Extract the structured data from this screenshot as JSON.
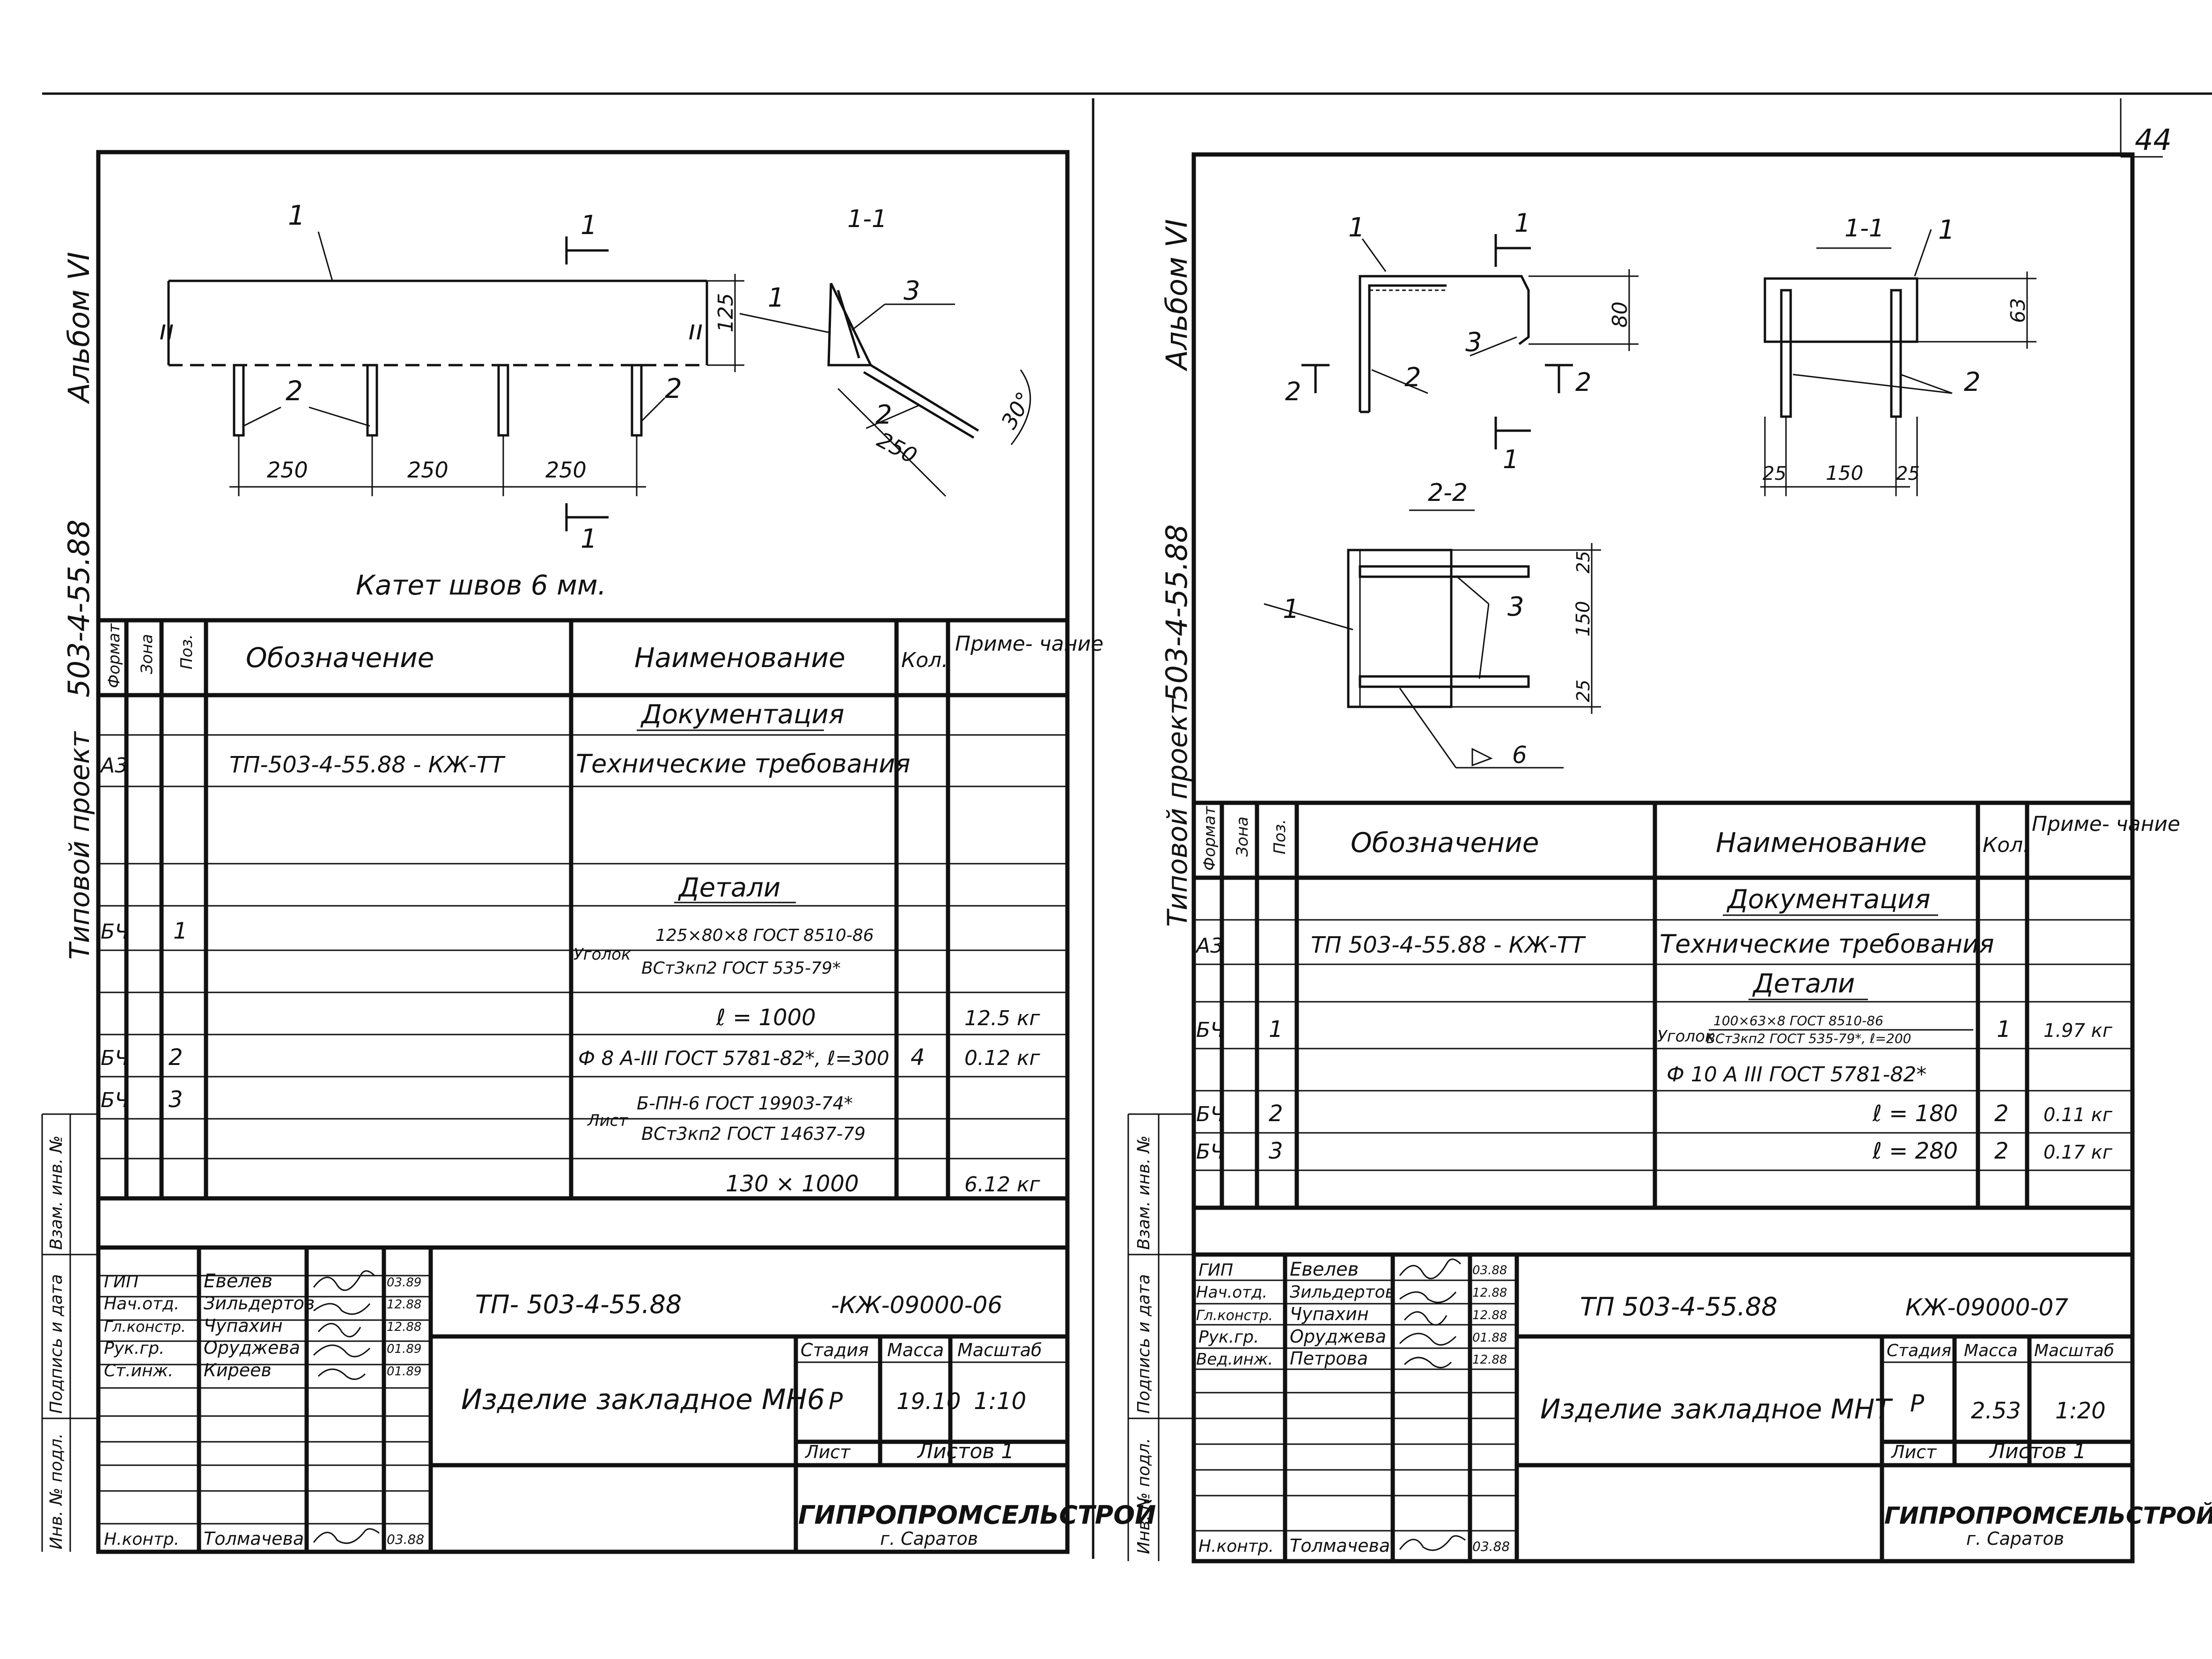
{
  "page_number": "44",
  "left": {
    "side_labels": [
      "Альбом VI",
      "503-4-55.88",
      "Типовой проект"
    ],
    "stamp_side_labels": [
      "Взам. инв. №",
      "Подпись и дата",
      "Инв. № подл."
    ],
    "drawing": {
      "pos_1": "1",
      "pos_2": "2",
      "pos_3": "3",
      "cut_1": "1",
      "cut_1b": "1",
      "section_title": "1-1",
      "dim_125": "125",
      "dims_x": [
        "250",
        "250",
        "250"
      ],
      "dim_250": "250",
      "angle_30": "30°",
      "weld_note": "Катет   швов   6 мм."
    },
    "table": {
      "h_format": "Формат",
      "h_zone": "Зона",
      "h_pos": "Поз.",
      "h_designation": "Обозначение",
      "h_name": "Наименование",
      "h_qty": "Кол.",
      "h_note": "Приме- чание",
      "sec_doc": "Документация",
      "doc_format": "А3",
      "doc_code": "ТП-503-4-55.88 - КЖ-ТТ",
      "doc_name": "Технические требования",
      "sec_parts": "Детали",
      "r1_format": "БЧ",
      "r1_pos": "1",
      "r1_name_a": "Уголок",
      "r1_name_b": "125×80×8 ГОСТ 8510-86",
      "r1_name_c": "ВСт3кп2 ГОСТ 535-79*",
      "r1_len": "ℓ = 1000",
      "r1_note": "12.5 кг",
      "r2_format": "БЧ",
      "r2_pos": "2",
      "r2_name": "Ф 8 А-III ГОСТ 5781-82*, ℓ=300",
      "r2_qty": "4",
      "r2_note": "0.12 кг",
      "r3_format": "БЧ",
      "r3_pos": "3",
      "r3_name_a": "Лист",
      "r3_name_b": "Б-ПН-6 ГОСТ 19903-74*",
      "r3_name_c": "ВСт3кп2 ГОСТ 14637-79",
      "r3_size": "130 × 1000",
      "r3_note": "6.12 кг"
    },
    "stamp": {
      "roles": [
        "ГИП",
        "Нач.отд.",
        "Гл.констр.",
        "Рук.гр.",
        "Ст.инж."
      ],
      "names": [
        "Евелев",
        "Зильдертов",
        "Чупахин",
        "Оруджева",
        "Киреев"
      ],
      "dates": [
        "03.89",
        "12.88",
        "12.88",
        "01.89",
        "01.89"
      ],
      "nkontr_role": "Н.контр.",
      "nkontr_name": "Толмачева",
      "nkontr_date": "03.88",
      "code": "ТП- 503-4-55.88",
      "code_suffix": "-КЖ-09000-06",
      "title": "Изделие закладное МН6",
      "h_stage": "Стадия",
      "h_mass": "Масса",
      "h_scale": "Масштаб",
      "stage": "Р",
      "mass": "19.10",
      "scale": "1:10",
      "sheet": "Лист",
      "sheets": "Листов 1",
      "org": "ГИПРОПРОМСЕЛЬСТРОЙ",
      "city": "г. Саратов"
    }
  },
  "right": {
    "side_labels": [
      "Альбом VI",
      "503-4-55.88",
      "Типовой проект"
    ],
    "stamp_side_labels": [
      "Взам. инв. №",
      "Подпись и дата",
      "Инв. № подл."
    ],
    "drawing": {
      "pos_1": "1",
      "pos_2": "2",
      "pos_3": "3",
      "cut_1": "1",
      "cut_2": "2",
      "section_11": "1-1",
      "section_22": "2-2",
      "dim_80": "80",
      "dim_63": "63",
      "dims_bottom": [
        "25",
        "150",
        "25"
      ],
      "dims_side": [
        "25",
        "150",
        "25"
      ],
      "weld": "6"
    },
    "table": {
      "h_format": "Формат",
      "h_zone": "Зона",
      "h_pos": "Поз.",
      "h_designation": "Обозначение",
      "h_name": "Наименование",
      "h_qty": "Кол.",
      "h_note": "Приме- чание",
      "sec_doc": "Документация",
      "doc_format": "А3",
      "doc_code": "ТП 503-4-55.88 - КЖ-ТТ",
      "doc_name": "Технические требования",
      "sec_parts": "Детали",
      "r1_format": "БЧ",
      "r1_pos": "1",
      "r1_name_a": "Уголок",
      "r1_name_b": "100×63×8 ГОСТ 8510-86",
      "r1_name_c": "ВСт3кп2 ГОСТ 535-79*, ℓ=200",
      "r1_qty": "1",
      "r1_note": "1.97 кг",
      "r_rebar": "Ф 10 А III ГОСТ 5781-82*",
      "r2_format": "БЧ",
      "r2_pos": "2",
      "r2_len": "ℓ = 180",
      "r2_qty": "2",
      "r2_note": "0.11 кг",
      "r3_format": "БЧ",
      "r3_pos": "3",
      "r3_len": "ℓ = 280",
      "r3_qty": "2",
      "r3_note": "0.17 кг"
    },
    "stamp": {
      "roles": [
        "ГИП",
        "Нач.отд.",
        "Гл.констр.",
        "Рук.гр.",
        "Вед.инж."
      ],
      "names": [
        "Евелев",
        "Зильдертов",
        "Чупахин",
        "Оруджева",
        "Петрова"
      ],
      "dates": [
        "03.88",
        "12.88",
        "12.88",
        "01.88",
        "12.88"
      ],
      "nkontr_role": "Н.контр.",
      "nkontr_name": "Толмачева",
      "nkontr_date": "03.88",
      "code": "ТП 503-4-55.88",
      "code_suffix": "КЖ-09000-07",
      "title": "Изделие закладное МНТ",
      "h_stage": "Стадия",
      "h_mass": "Масса",
      "h_scale": "Масштаб",
      "stage": "Р",
      "mass": "2.53",
      "scale": "1:20",
      "sheet": "Лист",
      "sheets": "Листов 1",
      "org": "ГИПРОПРОМСЕЛЬСТРОЙ",
      "city": "г. Саратов"
    }
  }
}
